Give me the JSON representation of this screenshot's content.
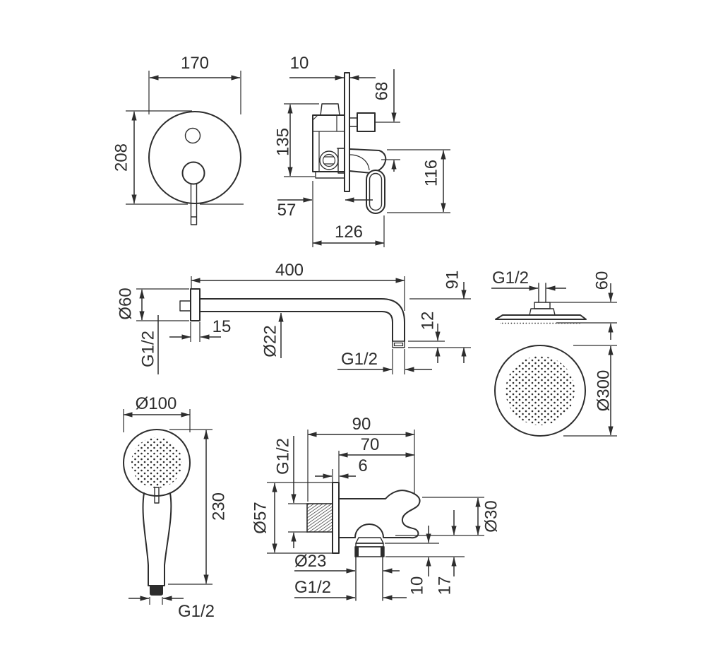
{
  "drawing": {
    "line_color": "#2d2d2d",
    "background": "#ffffff"
  },
  "views": {
    "mixer_plate": {
      "width": "170",
      "height": "208"
    },
    "valve": {
      "plate_thickness": "10",
      "knob_offset": "68",
      "body_height": "135",
      "trim_height": "116",
      "rough_depth": "57",
      "total_depth": "126"
    },
    "arm": {
      "length": "400",
      "flange_diameter": "Ø60",
      "flange_depth": "15",
      "wall_thread": "G1/2",
      "pipe_diameter": "Ø22",
      "drop_height": "91",
      "nipple_length": "12",
      "outlet_thread": "G1/2"
    },
    "head": {
      "inlet_thread": "G1/2",
      "height": "60",
      "diameter": "Ø300"
    },
    "hand_shower": {
      "head_diameter": "Ø100",
      "length": "230",
      "inlet_thread": "G1/2"
    },
    "elbow": {
      "total_depth": "90",
      "front_depth": "70",
      "plate_thickness": "6",
      "wall_thread": "G1/2",
      "escutcheon_diameter": "Ø57",
      "holder_diameter": "Ø30",
      "pipe_diameter": "Ø23",
      "outlet_thread": "G1/2",
      "offset_small": "10",
      "offset_large": "17"
    }
  }
}
